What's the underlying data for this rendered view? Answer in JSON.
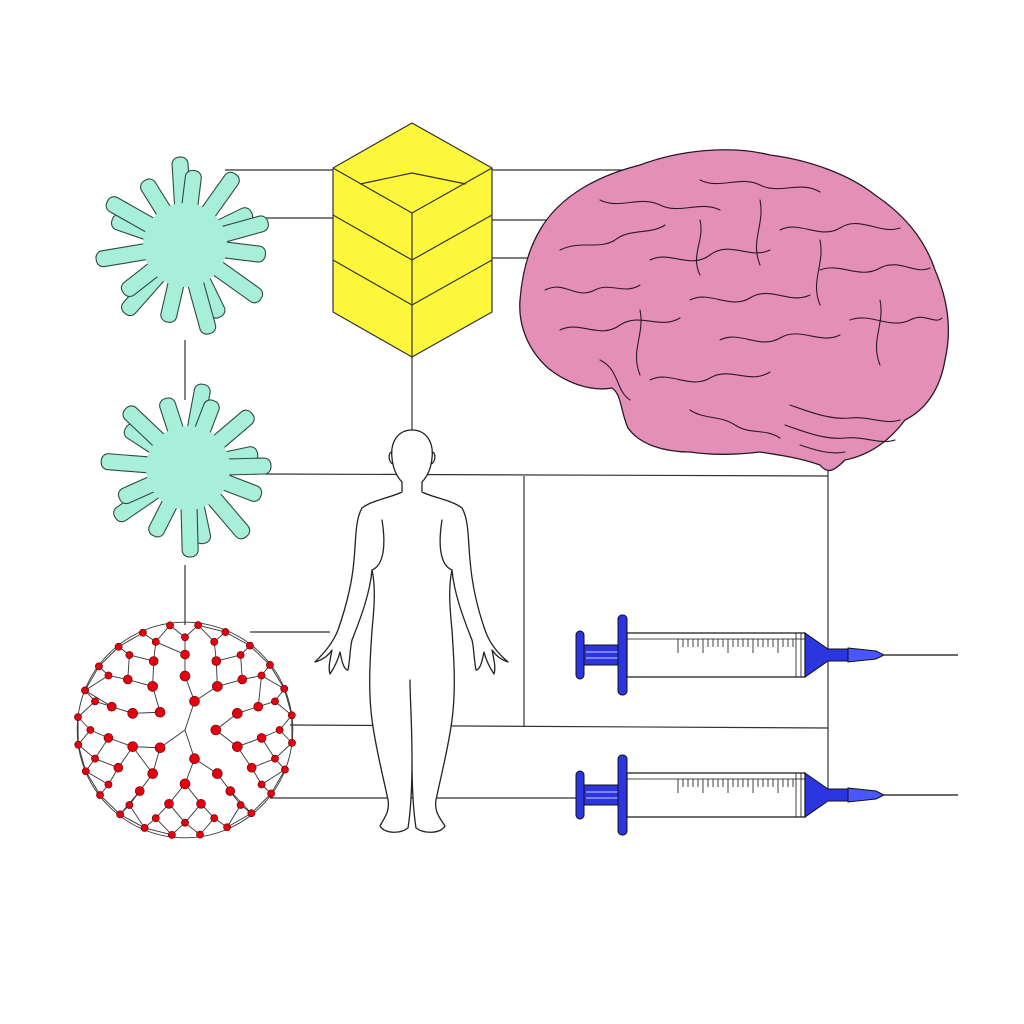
{
  "illustration": {
    "elements": [
      {
        "icon": "virus-particle-icon",
        "count": 2
      },
      {
        "icon": "stacked-cube-icon",
        "count": 1
      },
      {
        "icon": "brain-icon",
        "count": 1
      },
      {
        "icon": "human-body-outline-icon",
        "count": 1
      },
      {
        "icon": "fullerene-molecule-icon",
        "count": 1
      },
      {
        "icon": "syringe-icon",
        "count": 2
      }
    ],
    "colors": {
      "virus": "#a8efd9",
      "cube": "#fdf73b",
      "brain": "#e48fb8",
      "syringe_accent": "#2b35e0",
      "fullerene_atoms": "#e3000f",
      "lines": "#222222",
      "background": "#ffffff"
    }
  }
}
